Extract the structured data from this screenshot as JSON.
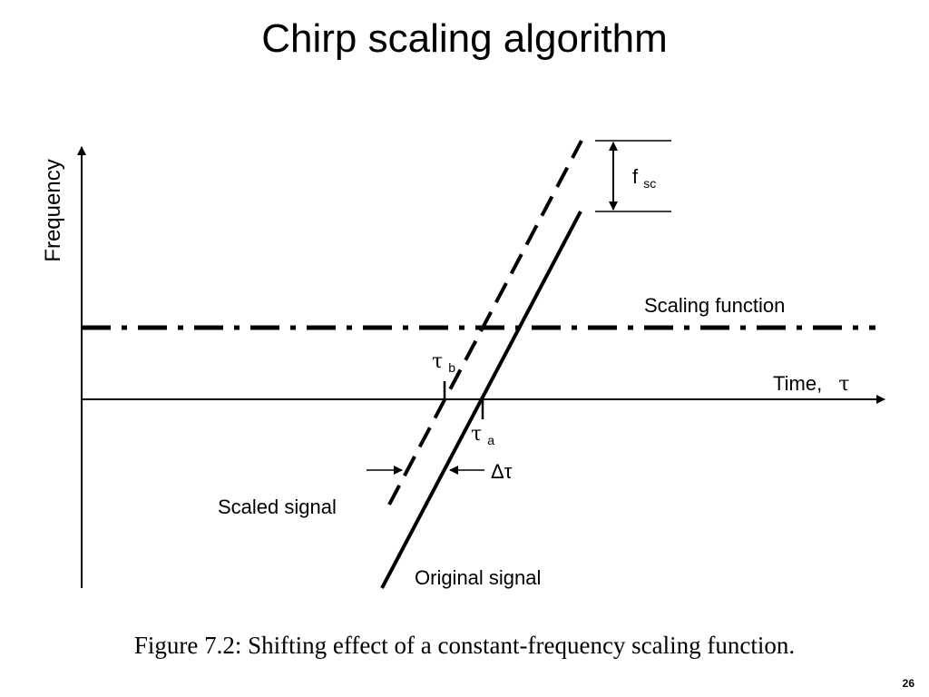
{
  "title": "Chirp scaling algorithm",
  "diagram": {
    "y_axis_label": "Frequency",
    "x_axis_label": "Time,",
    "x_axis_symbol": "τ",
    "fsc_label_main": "f",
    "fsc_label_sub": "sc",
    "scaling_function_label": "Scaling function",
    "tau_b_main": "τ",
    "tau_b_sub": "b",
    "tau_a_main": "τ",
    "tau_a_sub": "a",
    "delta_tau_label": "Δτ",
    "scaled_signal_label": "Scaled signal",
    "original_signal_label": "Original signal"
  },
  "caption": "Figure 7.2: Shifting effect of a constant-frequency scaling function.",
  "page_number": "26"
}
